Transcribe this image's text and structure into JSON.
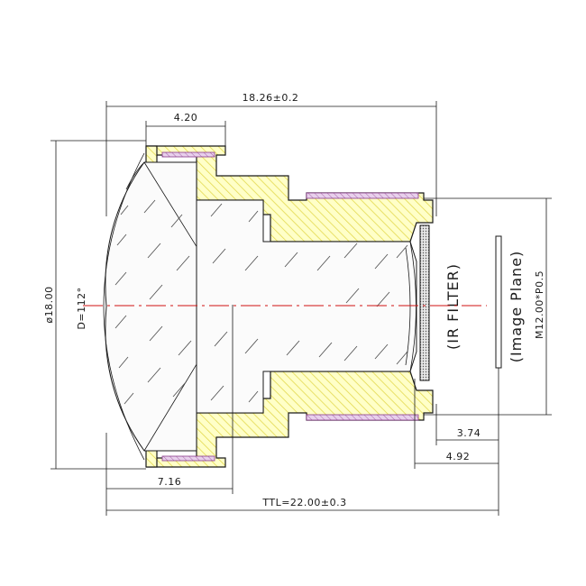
{
  "colors": {
    "housing_fill": "#ffffc8",
    "housing_hatch": "#e3d94f",
    "thread_fill": "#e8d0ec",
    "thread_stroke": "#8a3a8a",
    "optical_axis": "#d01010",
    "filter_fill": "#cfcfcf",
    "line": "#1a1a1a"
  },
  "dimensions": {
    "overall_length": "18.26±0.2",
    "front_width": "4.20",
    "front_diameter": "ø18.00",
    "fov": "D=112°",
    "rear_protrusion": "7.16",
    "bfl_short": "3.74",
    "bfl_long": "4.92",
    "ttl": "TTL=22.00±0.3",
    "thread": "M12.00*P0.5"
  },
  "labels": {
    "ir_filter": "(IR FILTER)",
    "image_plane": "(Image Plane)"
  }
}
